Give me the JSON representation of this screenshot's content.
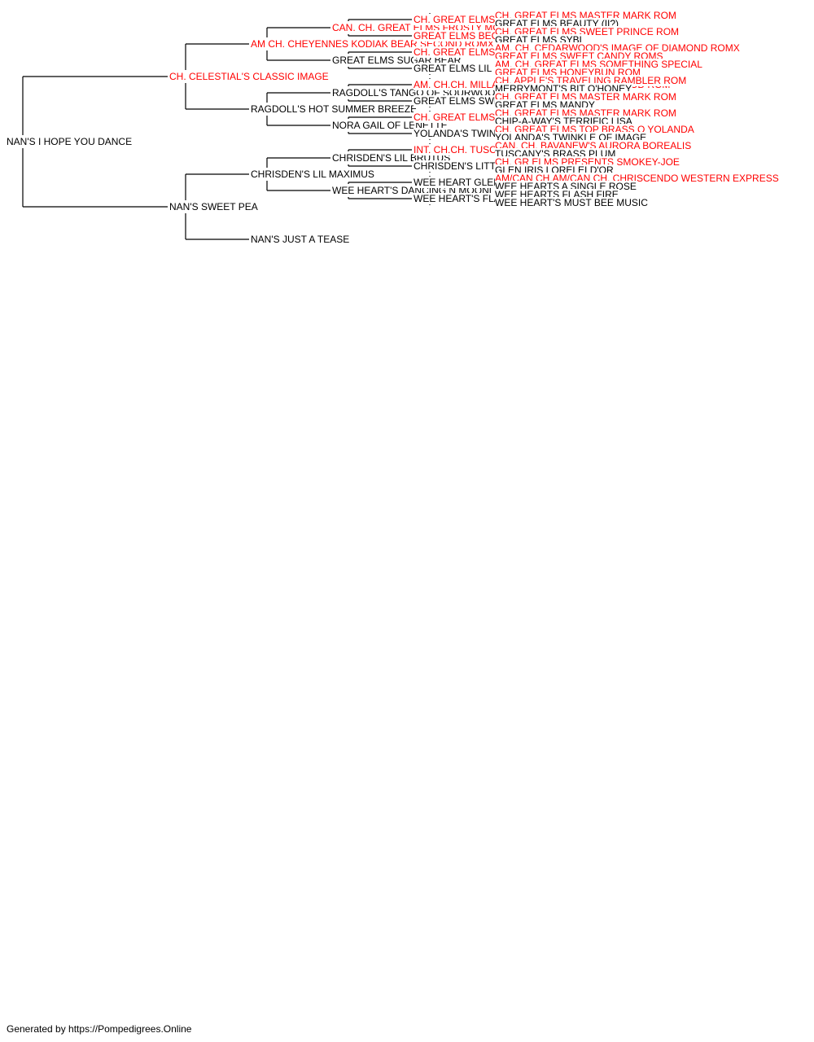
{
  "colors": {
    "champion": "#ff0000",
    "normal": "#000000",
    "line": "#000000"
  },
  "footer": "Generated by https://Pompedigrees.Online",
  "pedigree": {
    "name": "NAN'S I HOPE YOU DANCE",
    "champion": false,
    "parents": [
      {
        "name": "CH. CELESTIAL'S CLASSIC IMAGE",
        "champion": true,
        "parents": [
          {
            "name": "AM CH. CHEYENNES KODIAK BEAR SECOND ROMX",
            "champion": true,
            "parents": [
              {
                "name": "CAN. CH. GREAT ELMS FROSTY MORN",
                "champion": true,
                "parents": [
                  {
                    "name": "CH. GREAT ELMS MR CHIPS ROMX",
                    "champion": true,
                    "parents": [
                      {
                        "name": "CH. GREAT ELMS MASTER MARK ROM",
                        "champion": true
                      },
                      {
                        "name": "GREAT ELMS BEAUTY (II?)",
                        "champion": false
                      }
                    ]
                  },
                  {
                    "name": "GREAT ELMS BECKY SUE ROM",
                    "champion": true,
                    "parents": [
                      {
                        "name": "CH. GREAT ELMS SWEET PRINCE ROM",
                        "champion": true
                      },
                      {
                        "name": "GREAT ELMS SYBL",
                        "champion": false
                      }
                    ]
                  }
                ]
              },
              {
                "name": "GREAT ELMS SUGAR BEAR",
                "champion": false,
                "parents": [
                  {
                    "name": "CH. GREAT ELMS SWEET PRINCE ROM",
                    "champion": true,
                    "parents": [
                      {
                        "name": "AM. CH. CEDARWOOD'S IMAGE OF DIAMOND ROMX",
                        "champion": true
                      },
                      {
                        "name": "GREAT ELMS SWEET CANDY ROMS",
                        "champion": true
                      }
                    ]
                  },
                  {
                    "name": "GREAT ELMS LIL PUNKIN",
                    "champion": false,
                    "parents": [
                      {
                        "name": "AM. CH. GREAT ELMS SOMETHING SPECIAL",
                        "champion": true
                      },
                      {
                        "name": "GREAT ELMS HONEYBUN ROM",
                        "champion": true
                      }
                    ]
                  }
                ]
              }
            ]
          },
          {
            "name": "RAGDOLL'S HOT SUMMER BREEZE",
            "champion": false,
            "parents": [
              {
                "name": "RAGDOLL'S TANGO OF SOURWOOD",
                "champion": false,
                "parents": [
                  {
                    "name": "AM. CH.CH. MILLAMOR'S DANCE OF SOURWOOD ROM",
                    "champion": true,
                    "parents": [
                      {
                        "name": "CH. APPLE'S TRAVELING RAMBLER ROM",
                        "champion": true
                      },
                      {
                        "name": "MERRYMONT'S BIT O'HONEY",
                        "champion": false
                      }
                    ]
                  },
                  {
                    "name": "GREAT ELMS SWEET MANDY",
                    "champion": false,
                    "parents": [
                      {
                        "name": "CH. GREAT ELMS MASTER MARK ROM",
                        "champion": true
                      },
                      {
                        "name": "GREAT ELMS MANDY",
                        "champion": false
                      }
                    ]
                  }
                ]
              },
              {
                "name": "NORA GAIL OF LENETTE",
                "champion": false,
                "parents": [
                  {
                    "name": "CH. GREAT ELMS LITTLE TIGER",
                    "champion": true,
                    "parents": [
                      {
                        "name": "CH. GREAT ELMS MASTER MARK ROM",
                        "champion": true
                      },
                      {
                        "name": "CHIP-A-WAY'S TERRIFIC LISA",
                        "champion": false
                      }
                    ]
                  },
                  {
                    "name": "YOLANDA'S TWINKLE OF LENETTE II",
                    "champion": false,
                    "parents": [
                      {
                        "name": "CH. GREAT ELMS TOP BRASS O YOLANDA",
                        "champion": true
                      },
                      {
                        "name": "YOLANDA'S TWINKLE OF IMAGE",
                        "champion": false
                      }
                    ]
                  }
                ]
              }
            ]
          }
        ]
      },
      {
        "name": "NAN'S SWEET PEA",
        "champion": false,
        "parents": [
          {
            "name": "CHRISDEN'S LIL MAXIMUS",
            "champion": false,
            "parents": [
              {
                "name": "CHRISDEN'S LIL BRUTUS",
                "champion": false,
                "parents": [
                  {
                    "name": "INT. CH.CH. TUSCANY'S BOBBIN ROBBIN",
                    "champion": true,
                    "parents": [
                      {
                        "name": "CAN. CH. BAVANEW'S AURORA BOREALIS",
                        "champion": true
                      },
                      {
                        "name": "TUSCANY'S BRASS PLUM",
                        "champion": false
                      }
                    ]
                  },
                  {
                    "name": "CHRISDEN'S LITTLE CHEROB",
                    "champion": false,
                    "parents": [
                      {
                        "name": "CH. GR ELMS PRESENTS SMOKEY-JOE",
                        "champion": true
                      },
                      {
                        "name": "GLEN IRIS LORELEI D'OR",
                        "champion": false
                      }
                    ]
                  }
                ]
              },
              {
                "name": "WEE HEART'S DANCING N MOONLITE",
                "champion": false,
                "parents": [
                  {
                    "name": "WEE HEART GLENWOOD BARR NUNN",
                    "champion": false,
                    "parents": [
                      {
                        "name": "AM/CAN CH.AM/CAN CH. CHRISCENDO WESTERN EXPRESS",
                        "champion": true
                      },
                      {
                        "name": "WEE HEARTS A SINGLE ROSE",
                        "champion": false
                      }
                    ]
                  },
                  {
                    "name": "WEE HEART'S FLASH DANCER",
                    "champion": false,
                    "parents": [
                      {
                        "name": "WEE HEARTS FLASH FIRE",
                        "champion": false
                      },
                      {
                        "name": "WEE HEART'S MUST BEE MUSIC",
                        "champion": false
                      }
                    ]
                  }
                ]
              }
            ]
          },
          {
            "name": "NAN'S JUST A TEASE",
            "champion": false
          }
        ]
      }
    ]
  }
}
